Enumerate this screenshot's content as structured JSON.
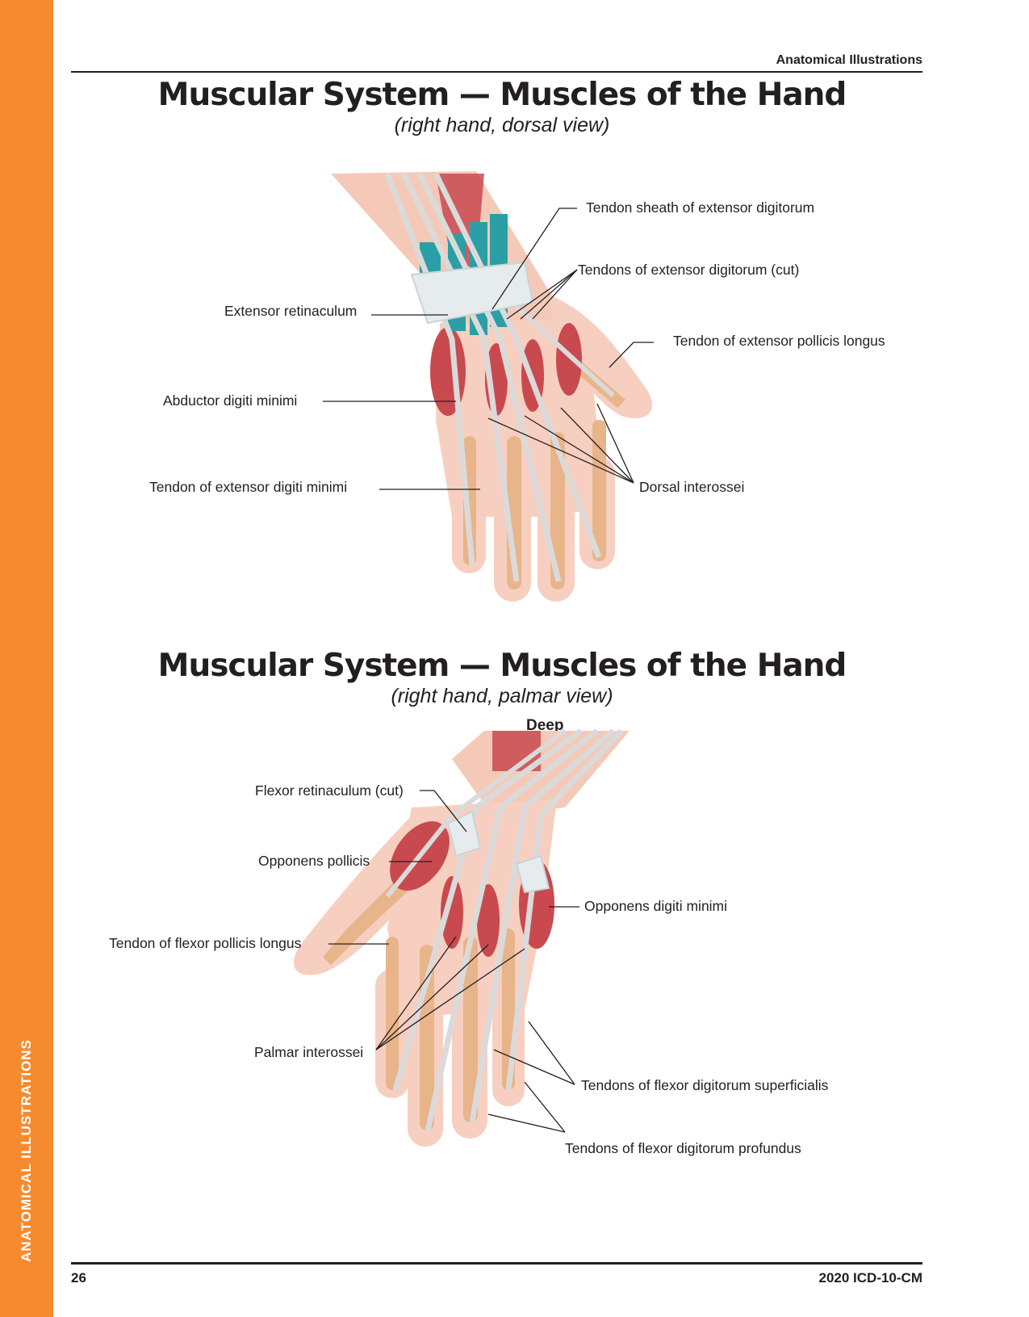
{
  "sidebar": {
    "label": "ANATOMICAL ILLUSTRATIONS",
    "color": "#f68a2f"
  },
  "header": {
    "label": "Anatomical Illustrations"
  },
  "section1": {
    "title": "Muscular System — Muscles of the Hand",
    "subtitle": "(right hand, dorsal view)",
    "labels": {
      "tendon_sheath": "Tendon sheath of extensor digitorum",
      "tendons_extensor_digitorum": "Tendons of extensor digitorum (cut)",
      "extensor_retinaculum": "Extensor retinaculum",
      "tendon_epl": "Tendon of extensor pollicis longus",
      "abductor_digiti_minimi": "Abductor digiti minimi",
      "tendon_edm": "Tendon of extensor digiti minimi",
      "dorsal_interossei": "Dorsal interossei"
    }
  },
  "section2": {
    "title": "Muscular System — Muscles of the Hand",
    "subtitle": "(right hand, palmar view)",
    "layer": "Deep",
    "labels": {
      "flexor_retinaculum": "Flexor retinaculum (cut)",
      "opponens_pollicis": "Opponens pollicis",
      "opponens_digiti_minimi": "Opponens digiti minimi",
      "tendon_fpl": "Tendon of flexor pollicis longus",
      "palmar_interossei": "Palmar interossei",
      "fds": "Tendons of flexor digitorum superficialis",
      "fdp": "Tendons of flexor digitorum profundus"
    }
  },
  "footer": {
    "page_number": "26",
    "book": "2020 ICD-10-CM"
  },
  "colors": {
    "skin": "#f5c9b8",
    "bone": "#e8b48a",
    "muscle": "#c84a4f",
    "tendon": "#dadada",
    "sheath": "#2a9fa5"
  }
}
